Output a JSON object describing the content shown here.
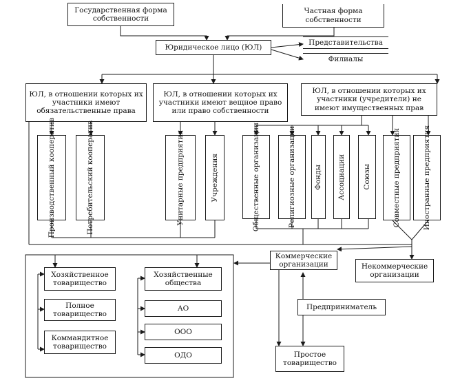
{
  "nodes": {
    "state": "Государственная форма собственности",
    "private": "Частная форма собственности",
    "legal": "Юридическое лицо (ЮЛ)",
    "rep": "Представительства",
    "branches": "Филиалы",
    "g1": "ЮЛ, в отношении которых их участники имеют обязательственные права",
    "g2": "ЮЛ, в отношении которых их участники имеют вещное право или право собственности",
    "g3": "ЮЛ, в отношении которых их участники (учредители) не имеют имущественных прав",
    "v_prod": "Производственный кооператив",
    "v_cons": "Потребительский кооператив",
    "v_unit": "Унитарные предприятия",
    "v_inst": "Учреждения",
    "v_pub": "Общественные организации",
    "v_rel": "Религиозные организации",
    "v_fund": "Фонды",
    "v_assoc": "Ассоциации",
    "v_union": "Союзы",
    "v_joint": "Совместные предприятия",
    "v_foreign": "Иностранные предприятия",
    "commercial": "Коммерческие организации",
    "noncommercial": "Некоммерческие организации",
    "entrepreneur": "Предприниматель",
    "simple": "Простое товарищество",
    "part": "Хозяйственное товарищество",
    "full": "Полное товарищество",
    "limited": "Коммандитное товарищество",
    "soc": "Хозяйственные общества",
    "ao": "АО",
    "ooo": "ООО",
    "odo": "ОДО"
  }
}
